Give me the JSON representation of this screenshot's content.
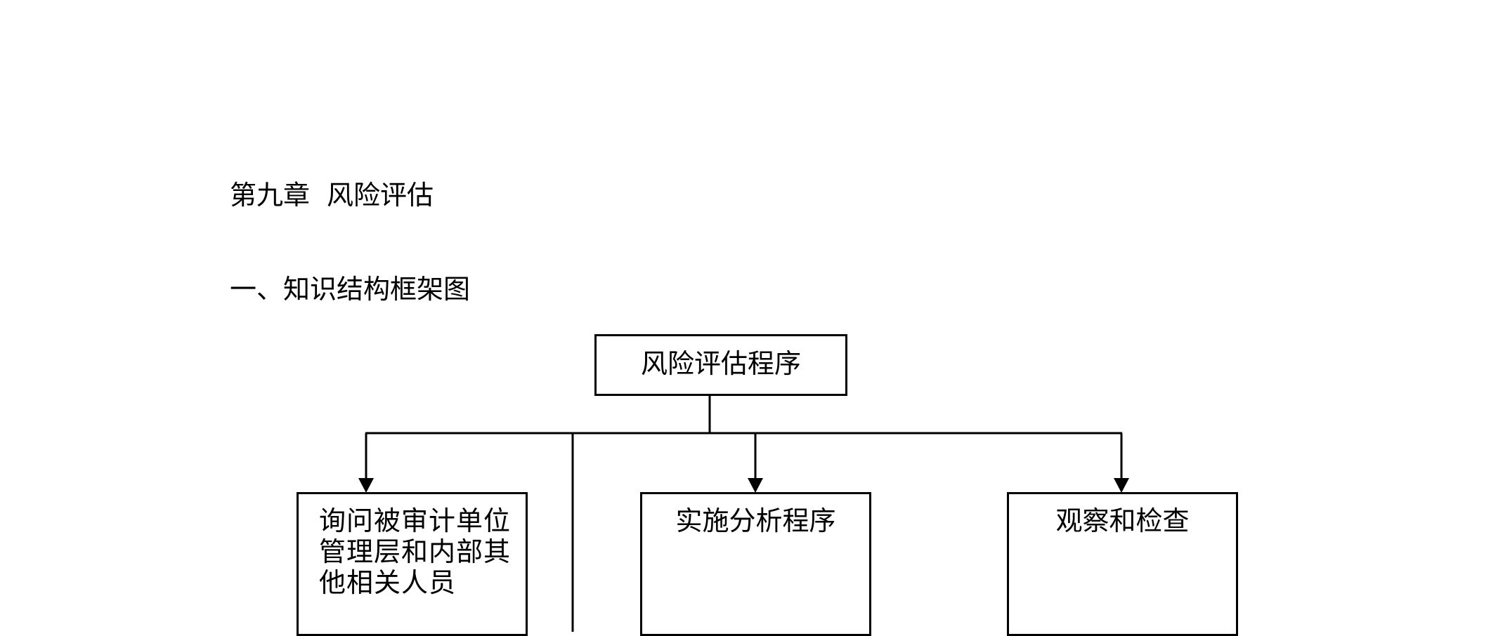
{
  "document": {
    "chapter_number": "第九章",
    "chapter_name": "风险评估",
    "section_title": "一、知识结构框架图"
  },
  "diagram": {
    "root": {
      "label": "风险评估程序"
    },
    "children": [
      {
        "lines": [
          "询问被审计单位",
          "管理层和内部其",
          "他相关人员"
        ]
      },
      {
        "label": "实施分析程序"
      },
      {
        "label": "观察和检查"
      }
    ]
  }
}
